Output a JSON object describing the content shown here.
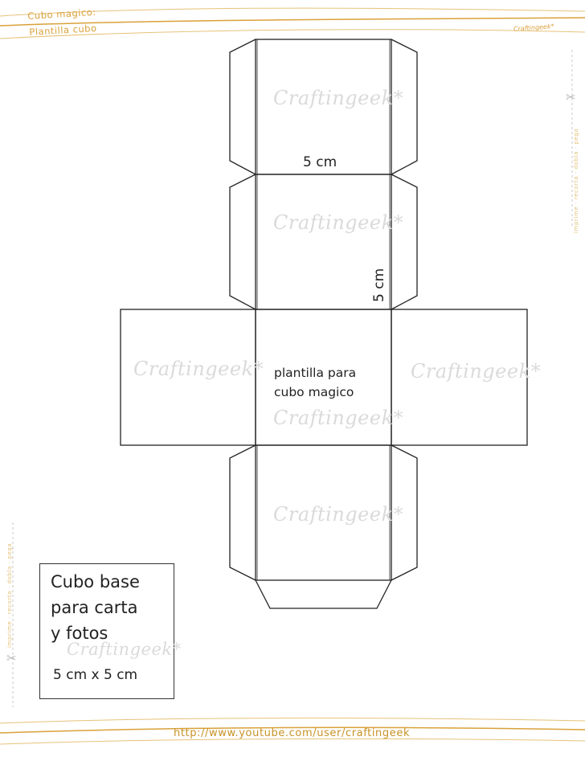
{
  "header": {
    "title": "Cubo magico:",
    "subtitle": "Plantilla cubo",
    "brand": "Craftingeek*"
  },
  "side_text": "imprime · recorta · dobla · pega",
  "template": {
    "top_dimension": "5 cm",
    "side_dimension": "5 cm",
    "center_text_line1": "plantilla para",
    "center_text_line2": "cubo magico",
    "watermark": "Craftingeek*"
  },
  "info_box": {
    "title_line1": "Cubo base",
    "title_line2": "para carta",
    "title_line3": "y fotos",
    "size": "5 cm  x 5 cm",
    "watermark": "Craftingeek*"
  },
  "footer": {
    "url": "http://www.youtube.com/user/craftingeek"
  },
  "colors": {
    "accent": "#d9a13a",
    "line": "#222222",
    "watermark": "#dadada"
  },
  "icons": [
    "scissors-icon"
  ]
}
